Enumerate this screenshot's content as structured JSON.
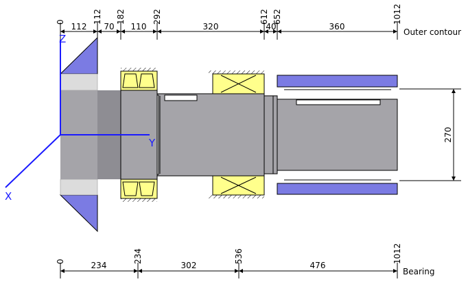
{
  "outer_contour": {
    "label": "Outer contour",
    "positions": [
      "0",
      "112",
      "182",
      "292",
      "612",
      "652",
      "1012"
    ],
    "segments": [
      "112",
      "70",
      "110",
      "320",
      "40",
      "360"
    ]
  },
  "bearing": {
    "label": "Bearing",
    "positions": [
      "0",
      "234",
      "536",
      "1012"
    ],
    "segments": [
      "234",
      "302",
      "476"
    ]
  },
  "diameter": "270",
  "axes": {
    "x": "X",
    "y": "Y",
    "z": "Z"
  },
  "colors": {
    "shaft": "#a7a6ab",
    "shaft_dark": "#8d8c92",
    "shaft_light": "#d8d8d8",
    "bearing": "#ffff8c",
    "support": "#7b7be3",
    "axis": "#1a1aff"
  }
}
